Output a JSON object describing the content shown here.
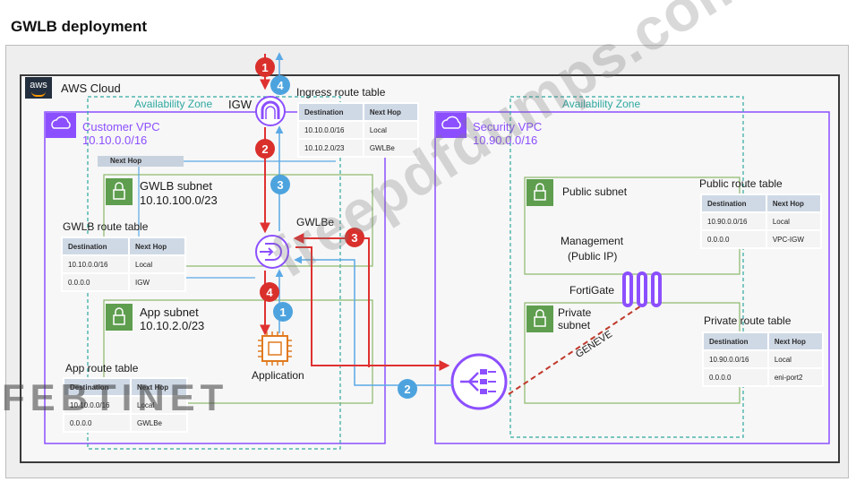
{
  "title": "GWLB deployment",
  "cloud": {
    "label": "AWS Cloud",
    "logo_text": "aws"
  },
  "availability_zone_left": "Availability Zone",
  "availability_zone_right": "Availability Zone",
  "customer_vpc": {
    "name": "Customer VPC",
    "cidr": "10.10.0.0/16"
  },
  "security_vpc": {
    "name": "Security VPC",
    "cidr": "10.90.0.0/16"
  },
  "labels": {
    "igw": "IGW",
    "gwlbe": "GWLBe",
    "application": "Application",
    "management": "Management",
    "public_ip": "(Public IP)",
    "fortigate": "FortiGate",
    "geneve": "GENEVE",
    "next_hop_stub": "Next Hop"
  },
  "subnets": {
    "gwlb": {
      "name": "GWLB subnet",
      "cidr": "10.10.100.0/23"
    },
    "app": {
      "name": "App subnet",
      "cidr": "10.10.2.0/23"
    },
    "public": {
      "name": "Public subnet"
    },
    "private": {
      "line1": "Private",
      "line2": "subnet"
    }
  },
  "route_tables": {
    "ingress": {
      "title": "Ingress route table",
      "headers": [
        "Destination",
        "Next Hop"
      ],
      "rows": [
        [
          "10.10.0.0/16",
          "Local"
        ],
        [
          "10.10.2.0/23",
          "GWLBe"
        ]
      ]
    },
    "gwlb": {
      "title": "GWLB route table",
      "headers": [
        "Destination",
        "Next Hop"
      ],
      "rows": [
        [
          "10.10.0.0/16",
          "Local"
        ],
        [
          "0.0.0.0",
          "IGW"
        ]
      ]
    },
    "app": {
      "title": "App route table",
      "headers": [
        "Destination",
        "Next Hop"
      ],
      "rows": [
        [
          "10.10.0.0/16",
          "Local"
        ],
        [
          "0.0.0.0",
          "GWLBe"
        ]
      ]
    },
    "public": {
      "title": "Public route table",
      "headers": [
        "Destination",
        "Next Hop"
      ],
      "rows": [
        [
          "10.90.0.0/16",
          "Local"
        ],
        [
          "0.0.0.0",
          "VPC-IGW"
        ]
      ]
    },
    "private": {
      "title": "Private route table",
      "headers": [
        "Destination",
        "Next Hop"
      ],
      "rows": [
        [
          "10.90.0.0/16",
          "Local"
        ],
        [
          "0.0.0.0",
          "eni-port2"
        ]
      ]
    }
  },
  "step_markers": {
    "red": [
      "1",
      "2",
      "3",
      "4"
    ],
    "blue": [
      "4",
      "3",
      "1",
      "2"
    ]
  },
  "watermarks": {
    "site": "freepdfdumps.com",
    "brand": "FEBTINET"
  },
  "colors": {
    "purple": "#8c4fff",
    "teal": "#2fa8a0",
    "red_flow": "#e03131",
    "blue_flow": "#5aa9e6",
    "marker_red": "#d9302c",
    "marker_blue": "#4da3de",
    "subnet_green": "#8bb86b"
  }
}
